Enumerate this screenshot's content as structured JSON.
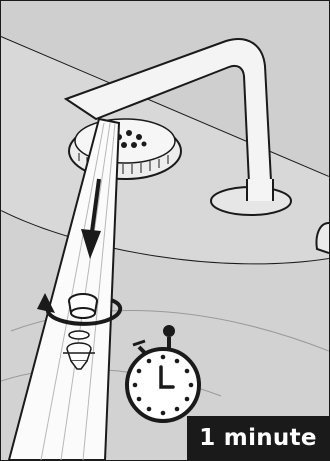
{
  "label": {
    "duration": "1 minute"
  },
  "colors": {
    "background": "#d8d8d8",
    "surface_shade": "#c8c8c8",
    "line": "#1a1a1a",
    "white": "#ffffff",
    "label_bg": "#1a1a1a"
  },
  "icons": [
    "faucet-illustration",
    "down-arrow-icon",
    "rotate-arrow-icon",
    "aerator-part",
    "stopwatch-icon"
  ]
}
